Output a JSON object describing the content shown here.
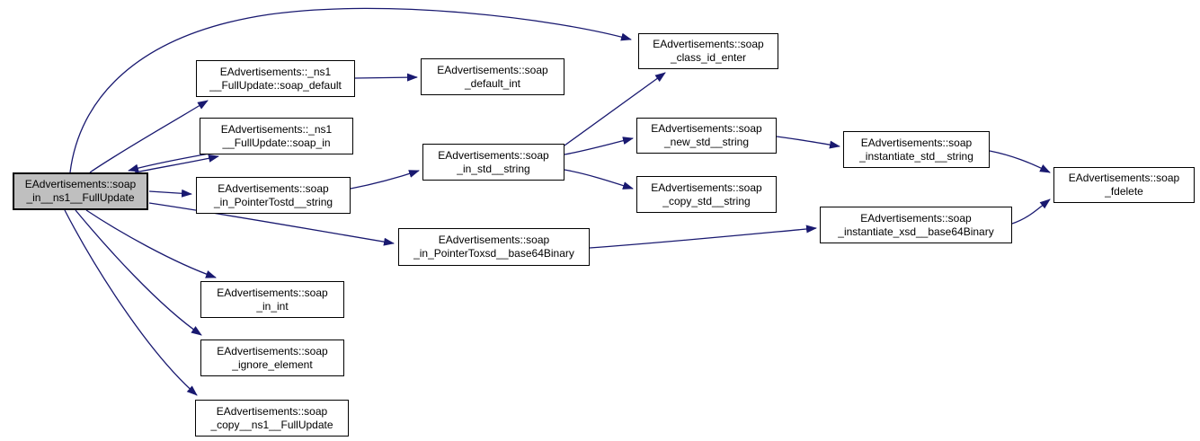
{
  "diagram": {
    "type": "call-graph",
    "background_color": "#ffffff",
    "edge_color": "#191970",
    "node_border_color": "#000000",
    "node_fill_color": "#ffffff",
    "highlight_fill_color": "#bfbfbf",
    "nodes": [
      {
        "id": "soap_in__ns1__FullUpdate",
        "label": "EAdvertisements::soap_in__ns1__FullUpdate",
        "line1": "EAdvertisements::soap",
        "line2": "_in__ns1__FullUpdate",
        "highlighted": true
      },
      {
        "id": "ns1_FullUpdate_soap_default",
        "label": "EAdvertisements::_ns1__FullUpdate::soap_default",
        "line1": "EAdvertisements::_ns1",
        "line2": "__FullUpdate::soap_default",
        "highlighted": false
      },
      {
        "id": "soap_default_int",
        "label": "EAdvertisements::soap_default_int",
        "line1": "EAdvertisements::soap",
        "line2": "_default_int",
        "highlighted": false
      },
      {
        "id": "ns1_FullUpdate_soap_in",
        "label": "EAdvertisements::_ns1__FullUpdate::soap_in",
        "line1": "EAdvertisements::_ns1",
        "line2": "__FullUpdate::soap_in",
        "highlighted": false
      },
      {
        "id": "soap_in_PointerTostd__string",
        "label": "EAdvertisements::soap_in_PointerTostd__string",
        "line1": "EAdvertisements::soap",
        "line2": "_in_PointerTostd__string",
        "highlighted": false
      },
      {
        "id": "soap_class_id_enter",
        "label": "EAdvertisements::soap_class_id_enter",
        "line1": "EAdvertisements::soap",
        "line2": "_class_id_enter",
        "highlighted": false
      },
      {
        "id": "soap_in_std__string",
        "label": "EAdvertisements::soap_in_std__string",
        "line1": "EAdvertisements::soap",
        "line2": "_in_std__string",
        "highlighted": false
      },
      {
        "id": "soap_new_std__string",
        "label": "EAdvertisements::soap_new_std__string",
        "line1": "EAdvertisements::soap",
        "line2": "_new_std__string",
        "highlighted": false
      },
      {
        "id": "soap_copy_std__string",
        "label": "EAdvertisements::soap_copy_std__string",
        "line1": "EAdvertisements::soap",
        "line2": "_copy_std__string",
        "highlighted": false
      },
      {
        "id": "soap_instantiate_std__string",
        "label": "EAdvertisements::soap_instantiate_std__string",
        "line1": "EAdvertisements::soap",
        "line2": "_instantiate_std__string",
        "highlighted": false
      },
      {
        "id": "soap_fdelete",
        "label": "EAdvertisements::soap_fdelete",
        "line1": "EAdvertisements::soap",
        "line2": "_fdelete",
        "highlighted": false
      },
      {
        "id": "soap_instantiate_xsd__base64Binary",
        "label": "EAdvertisements::soap_instantiate_xsd__base64Binary",
        "line1": "EAdvertisements::soap",
        "line2": "_instantiate_xsd__base64Binary",
        "highlighted": false
      },
      {
        "id": "soap_in_PointerToxsd__base64Binary",
        "label": "EAdvertisements::soap_in_PointerToxsd__base64Binary",
        "line1": "EAdvertisements::soap",
        "line2": "_in_PointerToxsd__base64Binary",
        "highlighted": false
      },
      {
        "id": "soap_in_int",
        "label": "EAdvertisements::soap_in_int",
        "line1": "EAdvertisements::soap",
        "line2": "_in_int",
        "highlighted": false
      },
      {
        "id": "soap_ignore_element",
        "label": "EAdvertisements::soap_ignore_element",
        "line1": "EAdvertisements::soap",
        "line2": "_ignore_element",
        "highlighted": false
      },
      {
        "id": "soap_copy__ns1__FullUpdate",
        "label": "EAdvertisements::soap_copy__ns1__FullUpdate",
        "line1": "EAdvertisements::soap",
        "line2": "_copy__ns1__FullUpdate",
        "highlighted": false
      }
    ],
    "edges": [
      {
        "from": "soap_in__ns1__FullUpdate",
        "to": "soap_class_id_enter"
      },
      {
        "from": "soap_in__ns1__FullUpdate",
        "to": "ns1_FullUpdate_soap_default"
      },
      {
        "from": "soap_in__ns1__FullUpdate",
        "to": "ns1_FullUpdate_soap_in"
      },
      {
        "from": "ns1_FullUpdate_soap_in",
        "to": "soap_in__ns1__FullUpdate"
      },
      {
        "from": "soap_in__ns1__FullUpdate",
        "to": "soap_in_PointerTostd__string"
      },
      {
        "from": "soap_in__ns1__FullUpdate",
        "to": "soap_in_PointerToxsd__base64Binary"
      },
      {
        "from": "soap_in__ns1__FullUpdate",
        "to": "soap_in_int"
      },
      {
        "from": "soap_in__ns1__FullUpdate",
        "to": "soap_ignore_element"
      },
      {
        "from": "soap_in__ns1__FullUpdate",
        "to": "soap_copy__ns1__FullUpdate"
      },
      {
        "from": "ns1_FullUpdate_soap_default",
        "to": "soap_default_int"
      },
      {
        "from": "soap_in_PointerTostd__string",
        "to": "soap_in_std__string"
      },
      {
        "from": "soap_in_std__string",
        "to": "soap_class_id_enter"
      },
      {
        "from": "soap_in_std__string",
        "to": "soap_new_std__string"
      },
      {
        "from": "soap_in_std__string",
        "to": "soap_copy_std__string"
      },
      {
        "from": "soap_new_std__string",
        "to": "soap_instantiate_std__string"
      },
      {
        "from": "soap_instantiate_std__string",
        "to": "soap_fdelete"
      },
      {
        "from": "soap_in_PointerToxsd__base64Binary",
        "to": "soap_instantiate_xsd__base64Binary"
      },
      {
        "from": "soap_instantiate_xsd__base64Binary",
        "to": "soap_fdelete"
      }
    ]
  }
}
